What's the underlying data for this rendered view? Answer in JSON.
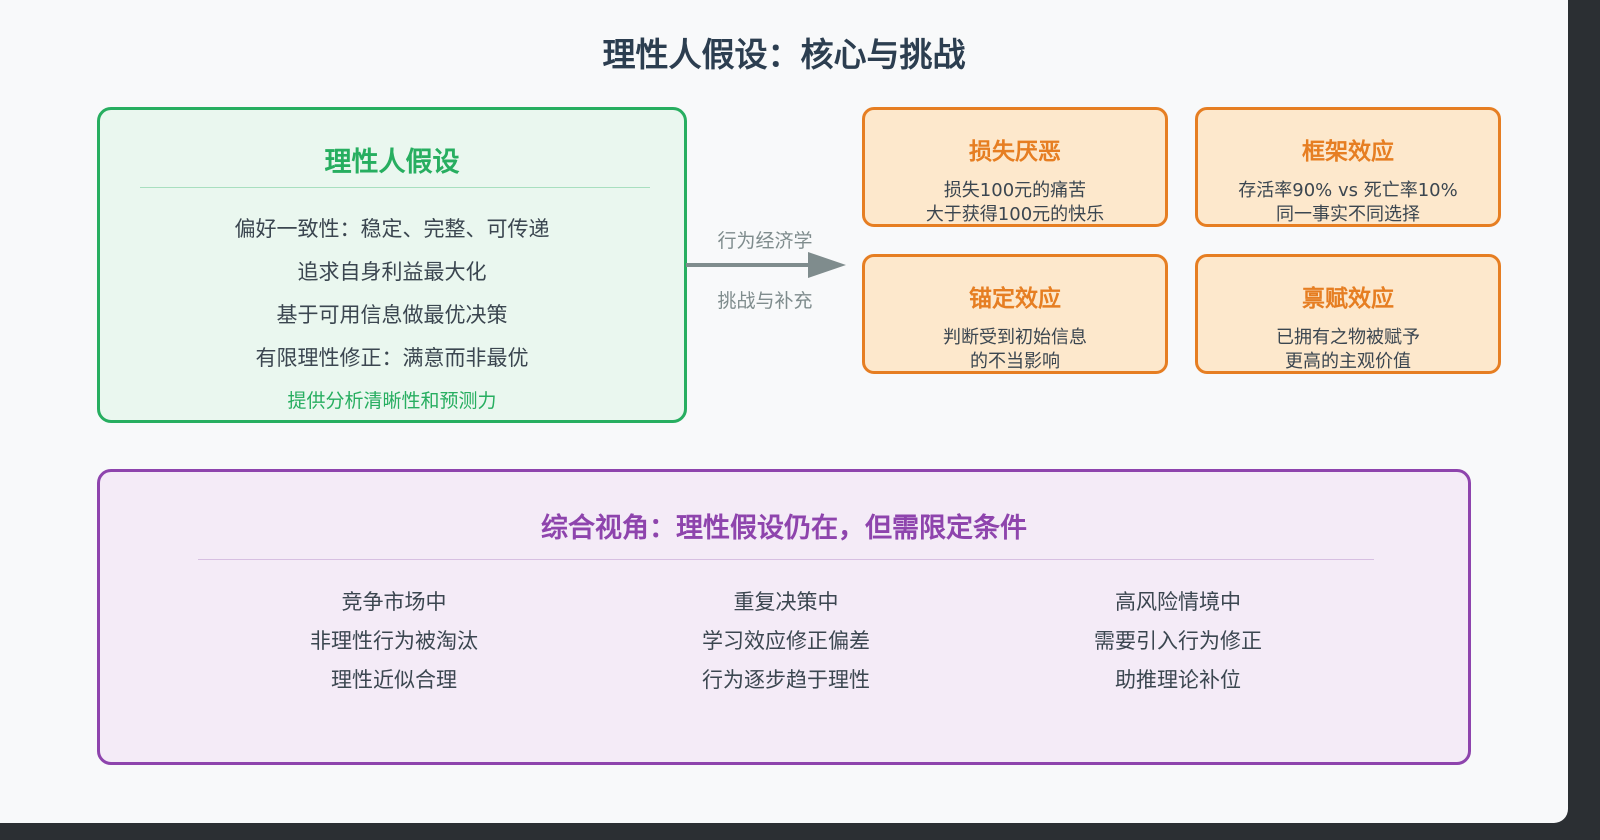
{
  "title": "理性人假设：核心与挑战",
  "rational": {
    "title": "理性人假设",
    "points": [
      "偏好一致性：稳定、完整、可传递",
      "追求自身利益最大化",
      "基于可用信息做最优决策",
      "有限理性修正：满意而非最优"
    ],
    "note": "提供分析清晰性和预测力"
  },
  "arrow": {
    "label_top": "行为经济学",
    "label_bottom": "挑战与补充"
  },
  "effects": [
    {
      "title": "损失厌恶",
      "lines": [
        "损失100元的痛苦",
        "大于获得100元的快乐"
      ]
    },
    {
      "title": "框架效应",
      "lines": [
        "存活率90% vs 死亡率10%",
        "同一事实不同选择"
      ]
    },
    {
      "title": "锚定效应",
      "lines": [
        "判断受到初始信息",
        "的不当影响"
      ]
    },
    {
      "title": "禀赋效应",
      "lines": [
        "已拥有之物被赋予",
        "更高的主观价值"
      ]
    }
  ],
  "summary": {
    "title": "综合视角：理性假设仍在，但需限定条件",
    "columns": [
      {
        "lines": [
          "竞争市场中",
          "非理性行为被淘汰",
          "理性近似合理"
        ]
      },
      {
        "lines": [
          "重复决策中",
          "学习效应修正偏差",
          "行为逐步趋于理性"
        ]
      },
      {
        "lines": [
          "高风险情境中",
          "需要引入行为修正",
          "助推理论补位"
        ]
      }
    ]
  },
  "colors": {
    "green": "#27ae60",
    "orange": "#e67e22",
    "purple": "#8e44ad",
    "arrow": "#7f8c8d",
    "title": "#2c3e50"
  }
}
